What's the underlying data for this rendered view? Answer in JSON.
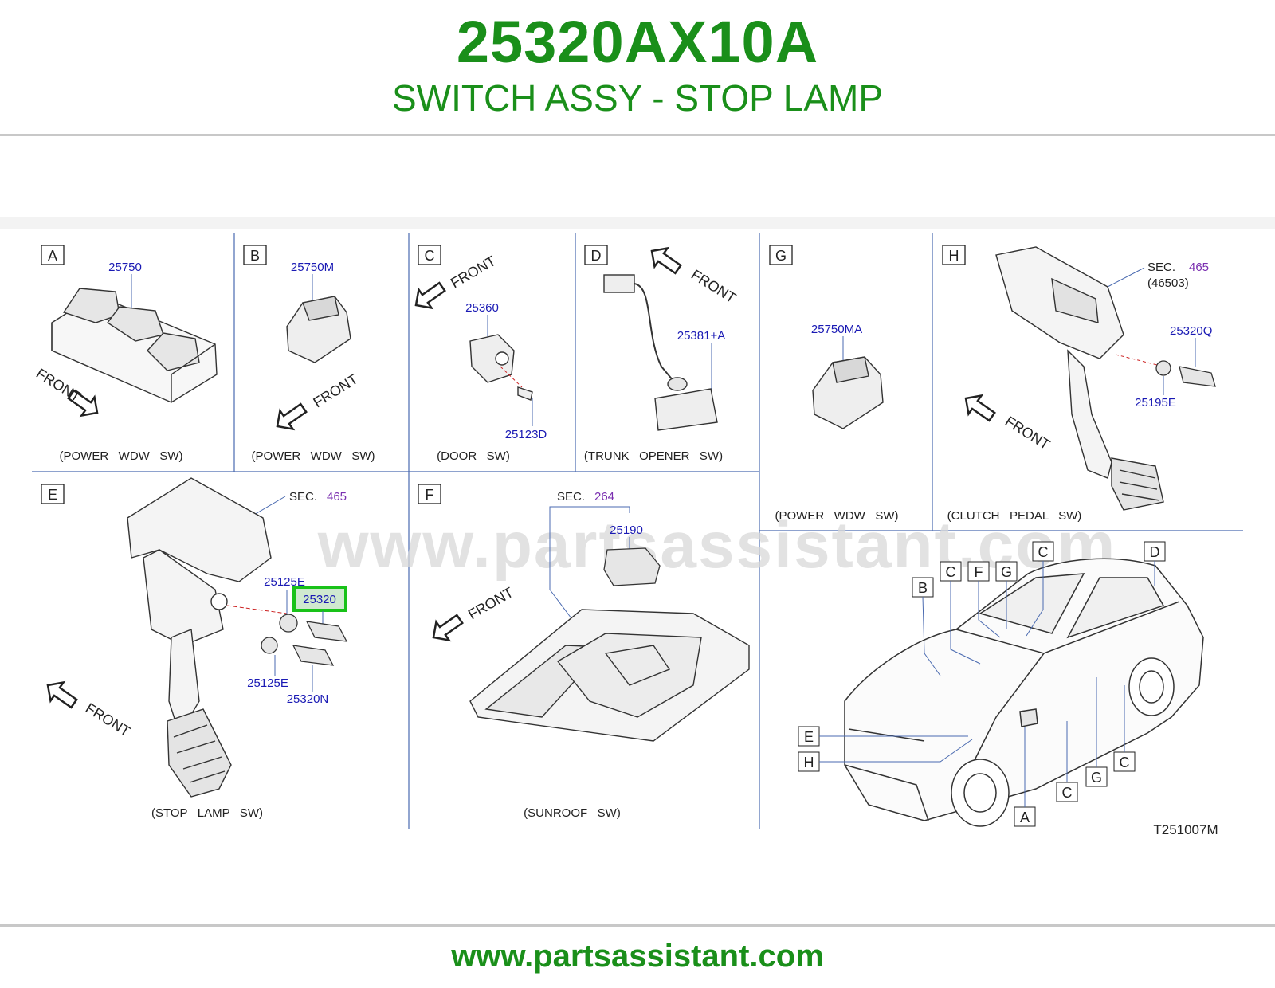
{
  "header": {
    "part_number": "25320AX10A",
    "description": "SWITCH ASSY - STOP LAMP"
  },
  "footer": {
    "url": "www.partsassistant.com"
  },
  "watermark": "www.partsassistant.com",
  "colors": {
    "brand_green": "#1a8f1a",
    "part_blue": "#1a1ab4",
    "sec_purple": "#7a2fb0",
    "grid_blue": "#4a6ab0",
    "highlight": "#19c219"
  },
  "diagram": {
    "code": "T251007M",
    "panels": {
      "A": {
        "letter": "A",
        "part": "25750",
        "caption": "(POWER   WDW   SW)",
        "front": "FRONT"
      },
      "B": {
        "letter": "B",
        "part": "25750M",
        "caption": "(POWER   WDW   SW)",
        "front": "FRONT"
      },
      "C": {
        "letter": "C",
        "part1": "25360",
        "part2": "25123D",
        "caption": "(DOOR   SW)",
        "front": "FRONT"
      },
      "D": {
        "letter": "D",
        "part": "25381+A",
        "caption": "(TRUNK   OPENER   SW)",
        "front": "FRONT"
      },
      "G": {
        "letter": "G",
        "part": "25750MA",
        "caption": "(POWER   WDW   SW)"
      },
      "H": {
        "letter": "H",
        "sec": "SEC.",
        "sec_no": "465",
        "sec_sub": "(46503)",
        "part1": "25320Q",
        "part2": "25195E",
        "caption": "(CLUTCH   PEDAL   SW)",
        "front": "FRONT"
      },
      "E": {
        "letter": "E",
        "sec": "SEC.",
        "sec_no": "465",
        "part_top": "25125E",
        "part_main": "25320",
        "part_bot": "25125E",
        "part_n": "25320N",
        "caption": "(STOP   LAMP   SW)",
        "front": "FRONT"
      },
      "F": {
        "letter": "F",
        "sec": "SEC.",
        "sec_no": "264",
        "part": "25190",
        "caption": "(SUNROOF   SW)",
        "front": "FRONT"
      }
    },
    "car_callouts": [
      "B",
      "C",
      "F",
      "G",
      "C",
      "D",
      "E",
      "H",
      "A",
      "C",
      "G",
      "C"
    ]
  }
}
